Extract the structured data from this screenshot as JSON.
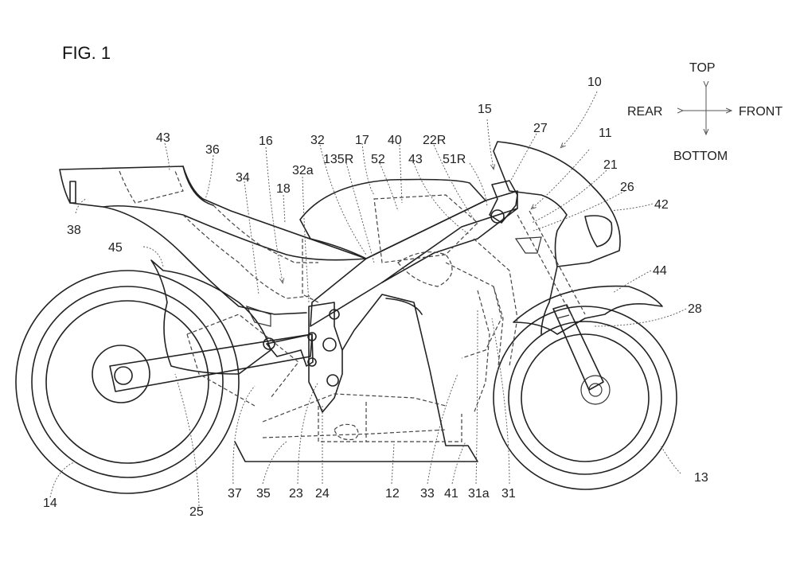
{
  "figure": {
    "title": "FIG. 1",
    "subject": "motorcycle side view patent drawing"
  },
  "orientation": {
    "top": "TOP",
    "bottom": "BOTTOM",
    "rear": "REAR",
    "front": "FRONT"
  },
  "labels": {
    "l10": "10",
    "l11": "11",
    "l12": "12",
    "l13": "13",
    "l14": "14",
    "l15": "15",
    "l16": "16",
    "l17": "17",
    "l18": "18",
    "l21": "21",
    "l22R": "22R",
    "l23": "23",
    "l24": "24",
    "l25": "25",
    "l26": "26",
    "l27": "27",
    "l28": "28",
    "l31": "31",
    "l31a": "31a",
    "l32": "32",
    "l32a": "32a",
    "l33": "33",
    "l34": "34",
    "l35": "35",
    "l36": "36",
    "l37": "37",
    "l38": "38",
    "l40": "40",
    "l41": "41",
    "l42": "42",
    "l43a": "43",
    "l43b": "43",
    "l44": "44",
    "l45": "45",
    "l51R": "51R",
    "l52": "52",
    "l135R": "135R"
  }
}
